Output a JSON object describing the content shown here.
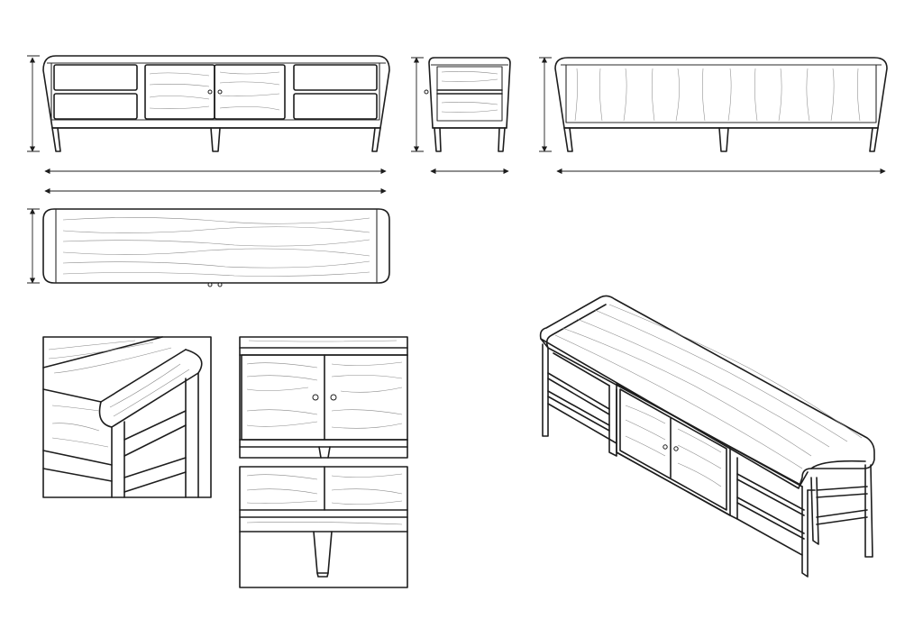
{
  "sheet": {
    "views": [
      "front-elevation",
      "side-elevation",
      "rear-elevation",
      "top-plan",
      "corner-detail",
      "door-detail",
      "leg-detail",
      "isometric"
    ]
  },
  "colors": {
    "line": "#1d1d1d",
    "grain": "#8a8a8a",
    "paper": "#ffffff"
  },
  "icons": {
    "dimension-arrow": "arrow-icon",
    "door-knob": "knob-icon"
  }
}
